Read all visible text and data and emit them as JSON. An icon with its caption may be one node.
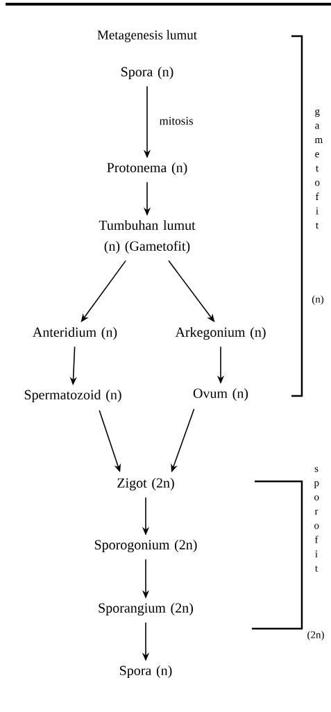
{
  "diagram": {
    "title": "Metagenesis lumut",
    "nodes": [
      {
        "text": [
          "Spora (n)"
        ]
      },
      {
        "text": [
          "Protonema (n)"
        ]
      },
      {
        "text": [
          "Tumbuhan lumut (n) (Gametofit)"
        ]
      },
      {
        "text": [
          "Anteridium (n)"
        ]
      },
      {
        "text": [
          "Arkegonium (n)"
        ]
      },
      {
        "text": [
          "Spermatozoid (n)"
        ]
      },
      {
        "text": [
          "Ovum (n)"
        ]
      },
      {
        "text": [
          "Zigot (2n)"
        ]
      },
      {
        "text": [
          "Sporogonium (2n)"
        ]
      },
      {
        "text": [
          "Sporangium (2n)"
        ]
      },
      {
        "text": [
          "Spora (n)"
        ]
      }
    ],
    "edges": [
      {
        "from": 0,
        "to": 1,
        "arrow": "to",
        "label": "mitosis"
      },
      {
        "from": 1,
        "to": 2,
        "arrow": "to"
      },
      {
        "from": 2,
        "to": 3,
        "arrow": "to"
      },
      {
        "from": 2,
        "to": 4,
        "arrow": "to"
      },
      {
        "from": 3,
        "to": 5,
        "arrow": "to"
      },
      {
        "from": 4,
        "to": 6,
        "arrow": "to"
      },
      {
        "from": 5,
        "to": 7,
        "arrow": "to"
      },
      {
        "from": 6,
        "to": 7,
        "arrow": "to"
      },
      {
        "from": 7,
        "to": 8,
        "arrow": "to"
      },
      {
        "from": 8,
        "to": 9,
        "arrow": "to"
      },
      {
        "from": 9,
        "to": 10,
        "arrow": "to"
      }
    ],
    "labels": [
      "gametofit",
      "(n)",
      "sporofit",
      "(2n)"
    ]
  }
}
